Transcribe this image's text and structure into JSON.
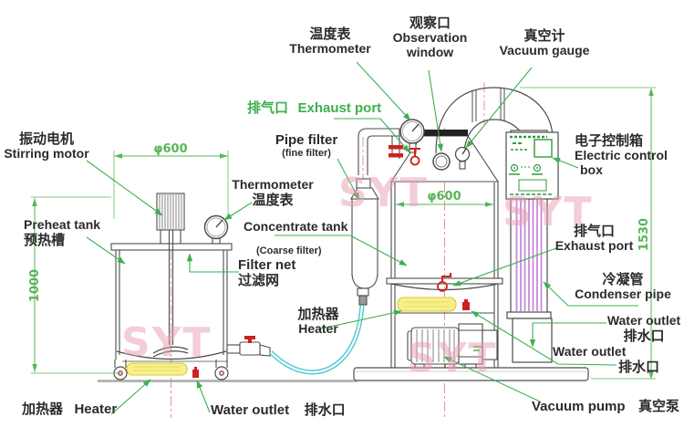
{
  "watermark": "SYT",
  "colors": {
    "leader_green": "#3cb04c",
    "dimension_green": "#57b657",
    "outline_gray": "#4d4d4d",
    "valve_red": "#cc2222",
    "heater_yellow": "#f7f08a",
    "hose_cyan": "#4cc8d4",
    "condenser_purple": "#c07fd2",
    "watermark_pink": "#e89bb0",
    "centerline_red": "#e08a8a"
  },
  "dimensions": {
    "preheat_tank_width": "φ600",
    "concentrate_tank_width": "φ600",
    "preheat_tank_height": "1000",
    "machine_height": "1530"
  },
  "labels": {
    "thermometer_top": {
      "zh": "温度表",
      "en": "Thermometer"
    },
    "observation_window": {
      "zh": "观察口",
      "en_line1": "Observation",
      "en_line2": "window"
    },
    "vacuum_gauge": {
      "zh": "真空计",
      "en": "Vacuum gauge"
    },
    "exhaust_port_top": {
      "zh": "排气口",
      "en": "Exhaust port"
    },
    "pipe_filter": {
      "en": "Pipe filter",
      "note": "(fine filter)"
    },
    "stirring_motor": {
      "zh": "振动电机",
      "en": "Stirring motor"
    },
    "thermometer_preheat": {
      "en": "Thermometer",
      "zh": "温度表"
    },
    "preheat_tank": {
      "en": "Preheat tank",
      "zh": "预热槽"
    },
    "concentrate_tank": {
      "en": "Concentrate tank"
    },
    "filter_net": {
      "note": "(Coarse filter)",
      "en": "Filter net",
      "zh": "过滤网"
    },
    "electric_control_box": {
      "zh": "电子控制箱",
      "en_line1": "Electric control",
      "en_line2": "box"
    },
    "exhaust_port_right": {
      "zh": "排气口",
      "en": "Exhaust port"
    },
    "condenser_pipe": {
      "zh": "冷凝管",
      "en": "Condenser pipe"
    },
    "heater_concentrate": {
      "zh": "加热器",
      "en": "Heater"
    },
    "water_outlet_condenser": {
      "en": "Water outlet",
      "zh": "排水口"
    },
    "water_outlet_concentrate": {
      "en": "Water outlet",
      "zh": "排水口"
    },
    "heater_preheat": {
      "zh": "加热器",
      "en": "Heater"
    },
    "water_outlet_preheat": {
      "en": "Water outlet",
      "zh": "排水口"
    },
    "vacuum_pump": {
      "en": "Vacuum pump",
      "zh": "真空泵"
    }
  }
}
